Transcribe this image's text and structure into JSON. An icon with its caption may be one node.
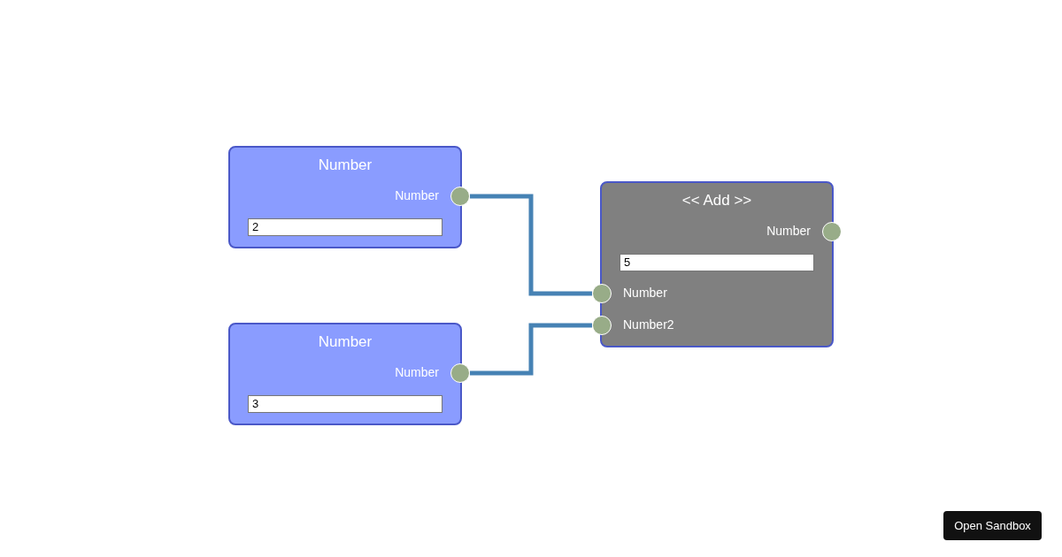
{
  "diagram": {
    "nodes": [
      {
        "text": [
          "Number",
          "2"
        ]
      },
      {
        "text": [],
        "shape": "circle",
        "in": 0,
        "beside": [
          "Number"
        ]
      },
      {
        "text": [
          "Number",
          "3"
        ]
      },
      {
        "text": [],
        "shape": "circle",
        "in": 2,
        "beside": [
          "Number"
        ]
      },
      {
        "text": [
          "<< Add >>",
          "5"
        ]
      },
      {
        "text": [],
        "shape": "circle",
        "in": 4,
        "beside": [
          "Number"
        ]
      },
      {
        "text": [],
        "shape": "circle",
        "in": 4,
        "beside": [
          "Number"
        ]
      },
      {
        "text": [],
        "shape": "circle",
        "in": 4,
        "beside": [
          "Number2"
        ]
      }
    ],
    "edges": [
      {
        "from": 1,
        "to": 6,
        "arrow": "none"
      },
      {
        "from": 3,
        "to": 7,
        "arrow": "none"
      }
    ],
    "labels": [
      "Open Sandbox"
    ]
  }
}
